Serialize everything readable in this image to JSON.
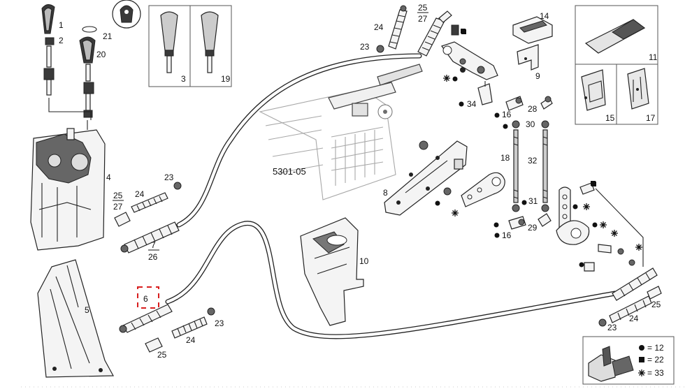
{
  "labels": {
    "n1": "1",
    "n2": "2",
    "n3": "3",
    "n4": "4",
    "n5": "5",
    "n6": "6",
    "n8": "8",
    "n9": "9",
    "n10": "10",
    "n11": "11",
    "n14": "14",
    "n15": "15",
    "n16a": "16",
    "n16b": "16",
    "n17": "17",
    "n18": "18",
    "n19": "19",
    "n20": "20",
    "n21": "21",
    "n23a": "23",
    "n23b": "23",
    "n23c": "23",
    "n23d": "23",
    "n24a": "24",
    "n24b": "24",
    "n24c": "24",
    "n24d": "24",
    "n25a": "25",
    "n25b": "25",
    "f25a": "25",
    "f27a": "27",
    "f25b": "25",
    "f27b": "27",
    "f7": "7",
    "f26": "26",
    "n28": "28",
    "n29": "29",
    "n30": "30",
    "n31": "31",
    "n32": "32",
    "n34": "34",
    "group": "5301-05"
  },
  "legend": {
    "dot": "= 12",
    "square": "= 22",
    "star": "= 33"
  },
  "colors": {
    "ink": "#222222",
    "highlight": "#d81e1e",
    "paper": "#ffffff"
  }
}
